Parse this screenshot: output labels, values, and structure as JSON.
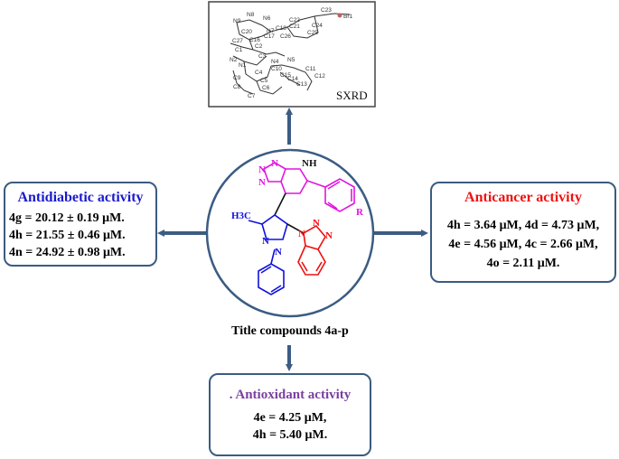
{
  "xray": {
    "tag": "SXRD",
    "atoms": [
      "N8",
      "N9",
      "N6",
      "C23",
      "Br1",
      "C20",
      "C22",
      "C24",
      "N7",
      "C18",
      "C27",
      "C21",
      "C16",
      "C17",
      "C26",
      "C25",
      "C2",
      "C1",
      "C3",
      "N2",
      "N1",
      "N4",
      "N5",
      "C10",
      "C11",
      "C4",
      "C15",
      "C12",
      "C9",
      "C5",
      "C14",
      "C13",
      "C8",
      "C6",
      "C7"
    ]
  },
  "center": {
    "caption": "Title compounds 4a-p",
    "labels": {
      "N1": "N",
      "N2": "N",
      "N3": "N",
      "NH": "NH",
      "R": "R",
      "H3C": "H3C",
      "pz1": "N",
      "pz2": "N",
      "bt1": "N",
      "bt2": "N",
      "bt3": "N"
    }
  },
  "antidiabetic": {
    "title": "Antidiabetic activity",
    "values": [
      "4g = 20.12 ± 0.19 μM.",
      "4h = 21.55 ± 0.46 μM.",
      "4n = 24.92 ± 0.98 μM."
    ]
  },
  "anticancer": {
    "title": "Anticancer activity",
    "values": [
      "4h = 3.64 μM, 4d = 4.73 μM,",
      "4e = 4.56 μM, 4c = 2.66 μM,",
      "4o = 2.11 μM."
    ]
  },
  "antioxidant": {
    "title": ". Antioxidant activity",
    "values": [
      "4e = 4.25 μM,",
      "4h = 5.40 μM."
    ]
  },
  "colors": {
    "arrow": "#3b5c83",
    "antidiabetic": "#1a1acc",
    "anticancer": "#ee1111",
    "antioxidant": "#7a3fa0",
    "magenta": "#e015e0",
    "blue": "#1010dd",
    "red": "#ee1010"
  }
}
